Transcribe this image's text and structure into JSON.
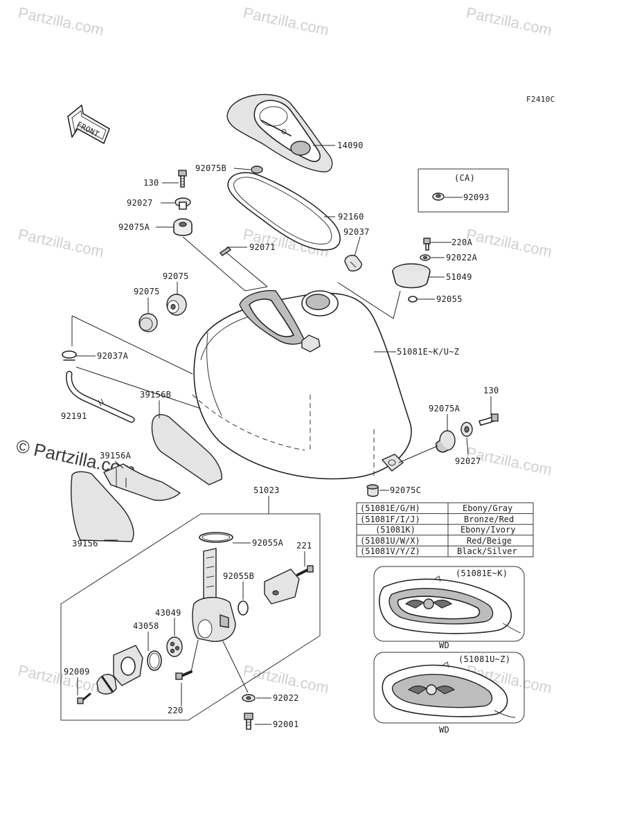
{
  "watermark": {
    "text": "Partzilla.com",
    "copyright": "©"
  },
  "diagram": {
    "code": "F2410C",
    "front_label": "FRONT",
    "callouts": [
      {
        "id": "c-14090",
        "label": "14090"
      },
      {
        "id": "c-92075B",
        "label": "92075B"
      },
      {
        "id": "c-130-top",
        "label": "130"
      },
      {
        "id": "c-92027-top",
        "label": "92027"
      },
      {
        "id": "c-92075A-top",
        "label": "92075A"
      },
      {
        "id": "c-92160",
        "label": "92160"
      },
      {
        "id": "c-92037",
        "label": "92037"
      },
      {
        "id": "c-92071",
        "label": "92071"
      },
      {
        "id": "c-92075-a",
        "label": "92075"
      },
      {
        "id": "c-92075-b",
        "label": "92075"
      },
      {
        "id": "c-92093",
        "label": "92093"
      },
      {
        "id": "c-220A",
        "label": "220A"
      },
      {
        "id": "c-92022A",
        "label": "92022A"
      },
      {
        "id": "c-51049",
        "label": "51049"
      },
      {
        "id": "c-92055",
        "label": "92055"
      },
      {
        "id": "c-92037A",
        "label": "92037A"
      },
      {
        "id": "c-51081EKUZ",
        "label": "51081E~K/U~Z"
      },
      {
        "id": "c-39156B",
        "label": "39156B"
      },
      {
        "id": "c-92191",
        "label": "92191"
      },
      {
        "id": "c-92075A-right",
        "label": "92075A"
      },
      {
        "id": "c-130-right",
        "label": "130"
      },
      {
        "id": "c-92027-right",
        "label": "92027"
      },
      {
        "id": "c-39156A",
        "label": "39156A"
      },
      {
        "id": "c-92075C",
        "label": "92075C"
      },
      {
        "id": "c-39156",
        "label": "39156"
      },
      {
        "id": "c-51023",
        "label": "51023"
      },
      {
        "id": "c-92055A",
        "label": "92055A"
      },
      {
        "id": "c-221",
        "label": "221"
      },
      {
        "id": "c-92055B",
        "label": "92055B"
      },
      {
        "id": "c-43049",
        "label": "43049"
      },
      {
        "id": "c-43058",
        "label": "43058"
      },
      {
        "id": "c-92009",
        "label": "92009"
      },
      {
        "id": "c-220",
        "label": "220"
      },
      {
        "id": "c-92022",
        "label": "92022"
      },
      {
        "id": "c-92001",
        "label": "92001"
      }
    ],
    "ca_box": {
      "title": "(CA)"
    },
    "color_table": {
      "rows": [
        {
          "code": "(51081E/G/H)",
          "color": "Ebony/Gray"
        },
        {
          "code": "(51081F/I/J)",
          "color": "Bronze/Red"
        },
        {
          "code": "(51081K)",
          "color": "Ebony/Ivory"
        },
        {
          "code": "(51081U/W/X)",
          "color": "Red/Beige"
        },
        {
          "code": "(51081V/Y/Z)",
          "color": "Black/Silver"
        }
      ]
    },
    "decal_boxes": [
      {
        "title": "(51081E~K)",
        "caption": "WD"
      },
      {
        "title": "(51081U~Z)",
        "caption": "WD"
      }
    ]
  }
}
